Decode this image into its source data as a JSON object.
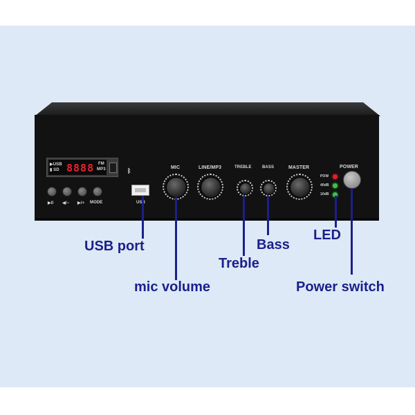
{
  "panel": {
    "display": {
      "indicator_usb": "▶USB",
      "indicator_sd": "▮ SD",
      "digits": "8888",
      "indicator_fm": "FM",
      "indicator_mp3": "MP3"
    },
    "button_labels": [
      "▶II",
      "◀/−",
      "▶/+",
      "MODE"
    ],
    "usb_label": "USB",
    "knob_labels": {
      "mic": "MIC",
      "line": "LINE/MP3",
      "treble": "TREBLE",
      "bass": "BASS",
      "master": "MASTER"
    },
    "power_label": "POWER",
    "led_labels": [
      "POW",
      "40dB",
      "10dB"
    ],
    "led_colors": [
      "#e0202a",
      "#3ec04a",
      "#3ec04a"
    ]
  },
  "callouts": {
    "usb_port": "USB port",
    "mic_volume": "mic volume",
    "treble": "Treble",
    "bass": "Bass",
    "led": "LED",
    "power_switch": "Power switch"
  },
  "colors": {
    "background": "#dde9f6",
    "callout_text": "#1b1f8a",
    "chassis": "#121212"
  }
}
